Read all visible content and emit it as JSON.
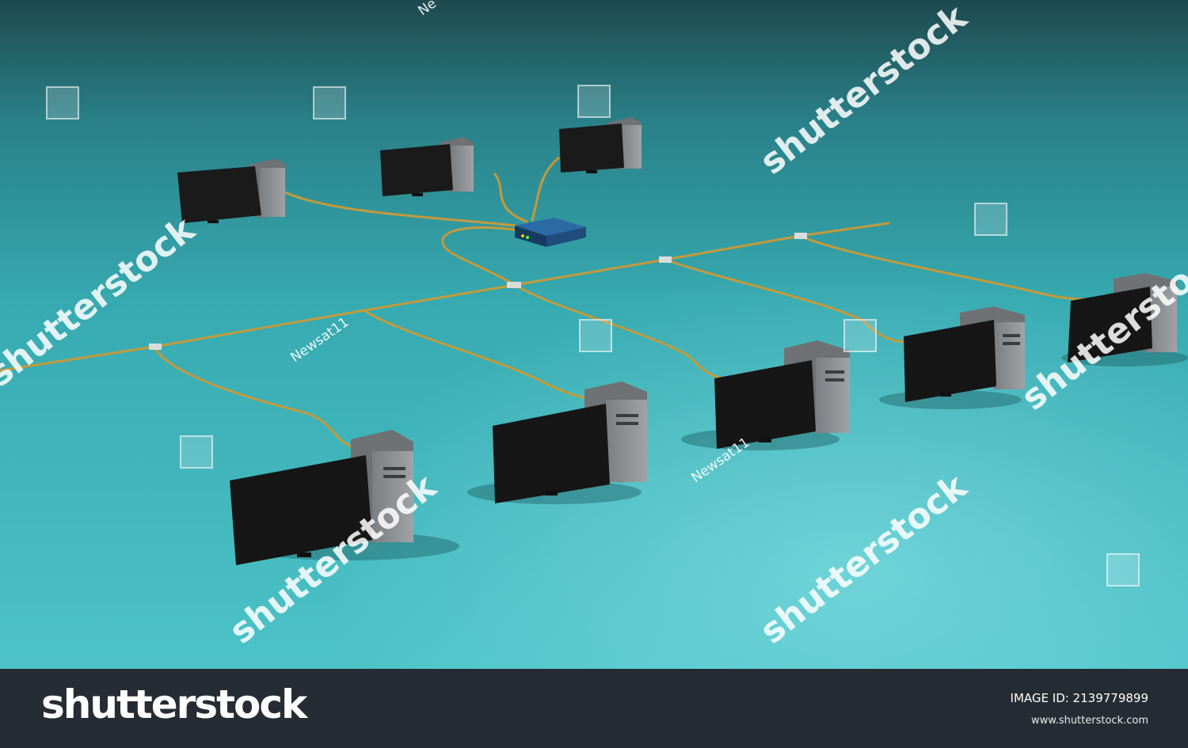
{
  "watermark": {
    "text": "shutterstock",
    "credit": "Newsat11",
    "credit_partial": "Ne"
  },
  "footer": {
    "logo": "shutterstock",
    "image_id": "IMAGE ID: 2139779899",
    "site": "www.shutterstock.com"
  },
  "scene": {
    "subject": "3D network of computers connected by cables to a router",
    "floor_color": "#3fb3b8",
    "cable_color": "#c39a3c",
    "router_color": "#1f4c7a",
    "computer_count": 8
  }
}
